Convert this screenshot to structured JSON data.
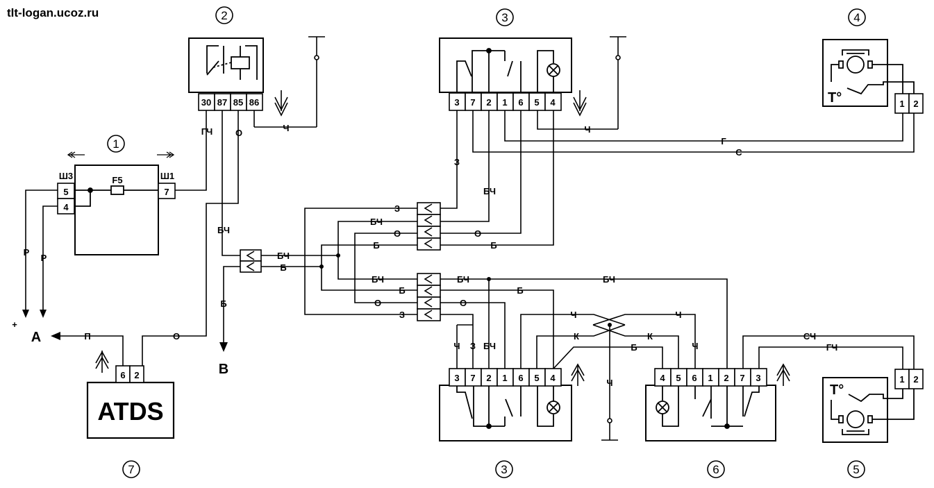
{
  "watermark": "tlt-logan.ucoz.ru",
  "components": {
    "fuse_box": {
      "num": "1",
      "fuse": "F5",
      "left_conn": "Ш3",
      "right_conn": "Ш1",
      "left_pins": [
        "5",
        "4"
      ],
      "right_pins": [
        "7"
      ]
    },
    "relay": {
      "num": "2",
      "pins": [
        "30",
        "87",
        "85",
        "86"
      ]
    },
    "switch_a": {
      "num": "3",
      "pins": [
        "3",
        "7",
        "2",
        "1",
        "6",
        "5",
        "4"
      ]
    },
    "heater_top": {
      "num": "4",
      "temp": "T°",
      "pins": [
        "1",
        "2"
      ]
    },
    "heater_bottom": {
      "num": "5",
      "temp": "T°",
      "pins": [
        "1",
        "2"
      ]
    },
    "switch_c": {
      "num": "6",
      "pins": [
        "4",
        "5",
        "6",
        "1",
        "2",
        "7",
        "3"
      ]
    },
    "switch_b": {
      "num": "3",
      "pins": [
        "3",
        "7",
        "2",
        "1",
        "6",
        "5",
        "4"
      ]
    },
    "ecu": {
      "num": "7",
      "label": "ATDS",
      "pins": [
        "6",
        "2"
      ]
    }
  },
  "terminals": {
    "a": "A",
    "b": "B",
    "plus": "+"
  },
  "wires": {
    "gch": "ГЧ",
    "o": "О",
    "ch": "Ч",
    "bch": "БЧ",
    "b": "Б",
    "r": "Р",
    "p": "П",
    "z": "З",
    "g": "Г",
    "s": "С",
    "k": "К",
    "sch": "СЧ"
  }
}
